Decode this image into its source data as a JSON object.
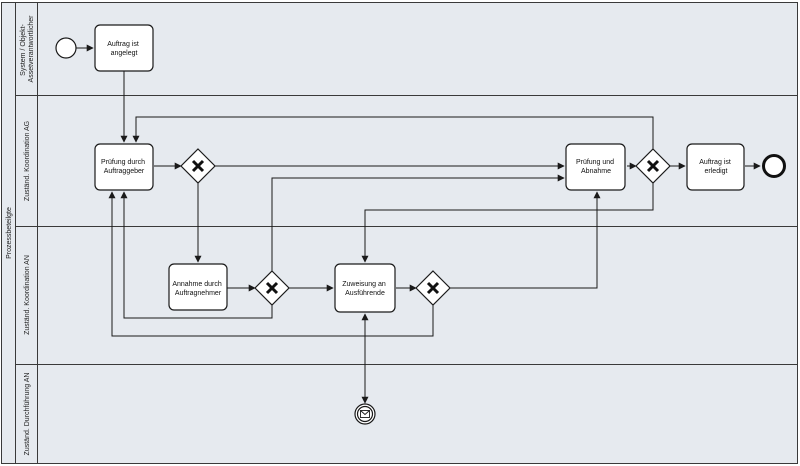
{
  "pool": {
    "label": "Prozessbeteilgte"
  },
  "lanes": [
    {
      "id": "system",
      "label_lines": [
        "System / Objekt-",
        "Assetverantwortlicher"
      ]
    },
    {
      "id": "koord_ag",
      "label_lines": [
        "Zuständ. Koordination AG"
      ]
    },
    {
      "id": "koord_an",
      "label_lines": [
        "Zuständ. Koordination AN"
      ]
    },
    {
      "id": "durch_an",
      "label_lines": [
        "Zuständ. Durchführung AN"
      ]
    }
  ],
  "tasks": [
    {
      "id": "t1",
      "lines": [
        "Auftrag ist",
        "angelegt"
      ]
    },
    {
      "id": "t2",
      "lines": [
        "Prüfung durch",
        "Auftraggeber"
      ]
    },
    {
      "id": "t3",
      "lines": [
        "Annahme durch",
        "Auftragnehmer"
      ]
    },
    {
      "id": "t4",
      "lines": [
        "Zuweisung an",
        "Ausführende"
      ]
    },
    {
      "id": "t5",
      "lines": [
        "Prüfung und",
        "Abnahme"
      ]
    },
    {
      "id": "t6",
      "lines": [
        "Auftrag ist",
        "erledigt"
      ]
    }
  ],
  "gateways": [
    {
      "id": "g1",
      "type": "exclusive"
    },
    {
      "id": "g2",
      "type": "exclusive"
    },
    {
      "id": "g3",
      "type": "exclusive"
    },
    {
      "id": "g4",
      "type": "exclusive"
    }
  ],
  "events": [
    {
      "id": "start",
      "type": "start"
    },
    {
      "id": "end",
      "type": "end"
    },
    {
      "id": "msg",
      "type": "intermediate-message",
      "icon": "envelope-icon"
    }
  ]
}
